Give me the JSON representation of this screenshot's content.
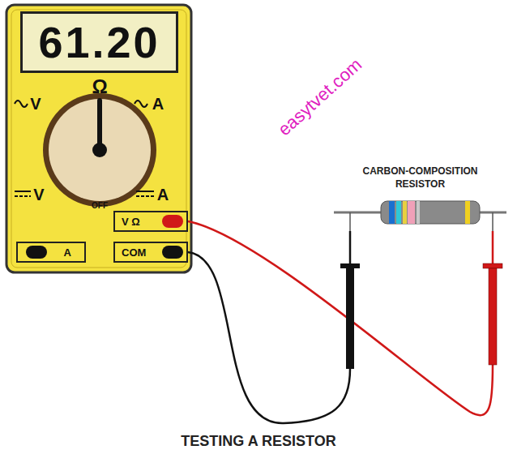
{
  "diagram": {
    "caption": "TESTING A RESISTOR",
    "nodes": [
      {
        "text": [
          "61.20"
        ]
      },
      {
        "text": [
          "V Ω"
        ]
      },
      {
        "text": [
          "COM"
        ]
      },
      {
        "text": [
          "A"
        ]
      },
      {
        "text": [
          "CARBON-COMPOSITION RESISTOR"
        ]
      }
    ],
    "edges": [
      {
        "from": 1,
        "to": 4,
        "arrow": "none"
      },
      {
        "from": 2,
        "to": 4,
        "arrow": "none"
      }
    ],
    "labels": [
      "Ω",
      "V",
      "A",
      "V",
      "A",
      "OFF",
      "easytvet.com"
    ]
  }
}
